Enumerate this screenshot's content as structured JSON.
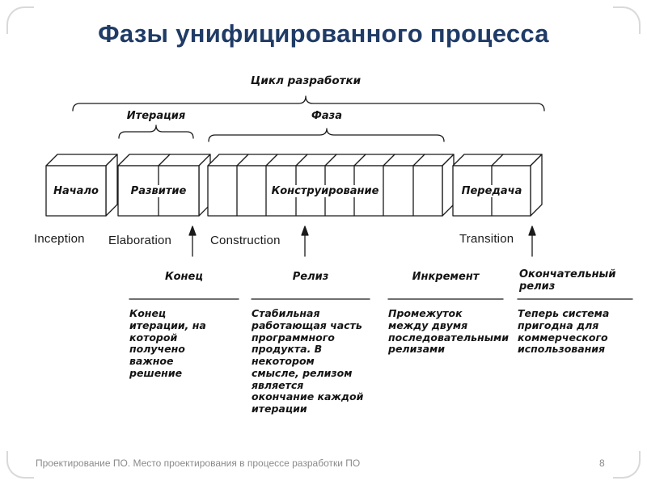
{
  "slide": {
    "title": "Фазы унифицированного процесса",
    "footer": "Проектирование ПО. Место проектирования в процессе разработки ПО",
    "page_number": "8"
  },
  "diagram": {
    "top_labels": {
      "cycle": "Цикл разработки",
      "iteration": "Итерация",
      "phase": "Фаза"
    },
    "phases": [
      {
        "ru": "Начало",
        "en": "Inception"
      },
      {
        "ru": "Развитие",
        "en": "Elaboration"
      },
      {
        "ru": "Конструирование",
        "en": "Construction"
      },
      {
        "ru": "Передача",
        "en": "Transition"
      }
    ],
    "milestones": [
      {
        "term": "Конец",
        "description": "Конец итерации, на которой получено важное решение"
      },
      {
        "term": "Релиз",
        "description": "Стабильная работающая часть программного продукта. В некотором смысле, релизом является окончание каждой итерации"
      },
      {
        "term": "Инкремент",
        "description": "Промежуток между двумя последовательными релизами"
      },
      {
        "term": "Окончательный релиз",
        "description": "Теперь система пригодна для коммерческого использования"
      }
    ]
  }
}
